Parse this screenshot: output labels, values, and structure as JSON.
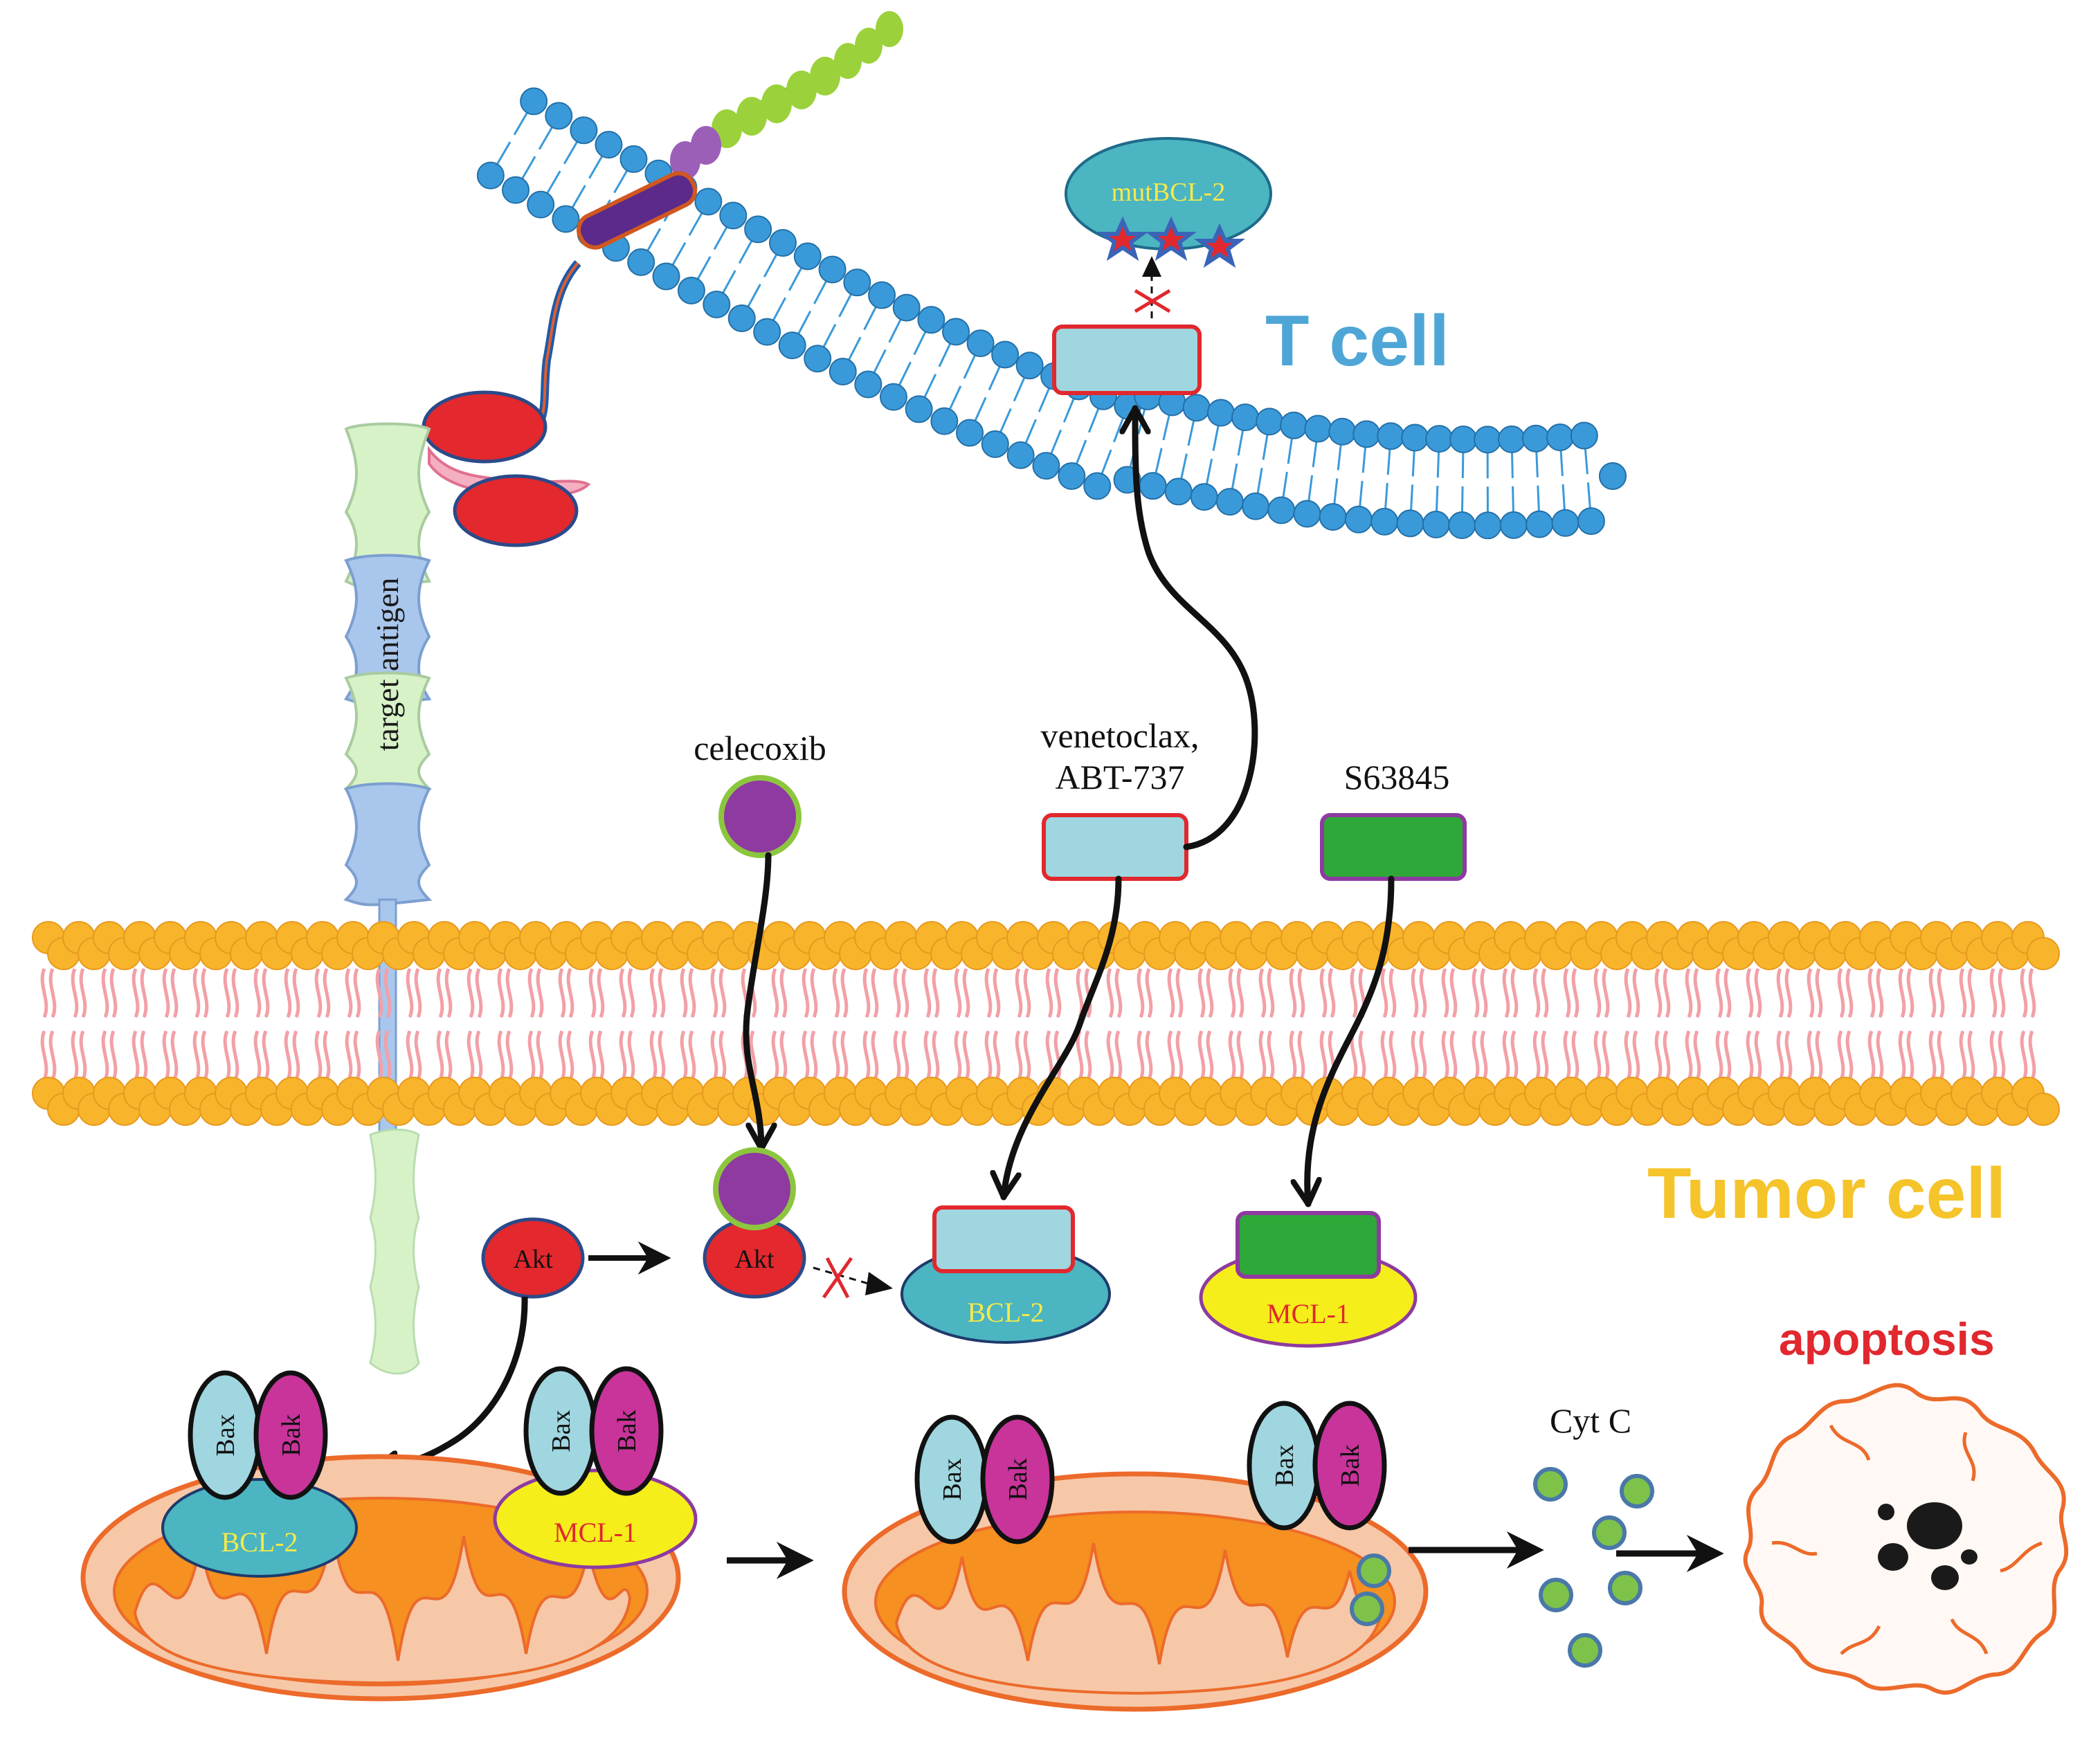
{
  "colors": {
    "t_cell_label": "#4ea6d6",
    "tumor_cell_label": "#f5c42b",
    "apoptosis_label": "#e0282e",
    "t_membrane_head": "#3a9ad9",
    "tumor_membrane_head": "#f8b52b",
    "tumor_membrane_tail": "#f2a0a6",
    "bcl2_fill": "#4bb5c1",
    "bcl2_text": "#f5e94b",
    "mcl1_fill": "#f5ee1a",
    "mcl1_text": "#e0282e",
    "akt_fill": "#e3282e",
    "celecoxib_fill": "#8e3aa0",
    "inhibitor_box": "#9fd6df",
    "s63845_box": "#2ea838",
    "bax_fill": "#9fd6df",
    "bak_fill": "#c8349a",
    "mito_outer": "#f6c8a8",
    "mito_inner": "#f59021",
    "cytc_fill": "#7ec24a",
    "cytc_ring": "#4a78a8",
    "antigen_light": "#d8f2c8",
    "antigen_blue": "#a9c7ec"
  },
  "labels": {
    "t_cell": "T cell",
    "tumor_cell": "Tumor cell",
    "apoptosis": "apoptosis",
    "target_antigen": "target antigen",
    "mut_bcl2": "mutBCL-2",
    "celecoxib": "celecoxib",
    "venetoclax_line1": "venetoclax,",
    "venetoclax_line2": "ABT-737",
    "s63845": "S63845",
    "akt_free": "Akt",
    "akt_bound": "Akt",
    "bcl2_target": "BCL-2",
    "mcl1_target": "MCL-1",
    "bcl2_mito": "BCL-2",
    "mcl1_mito": "MCL-1",
    "bax_1": "Bax",
    "bak_1": "Bak",
    "bax_2": "Bax",
    "bak_2": "Bak",
    "bax_3": "Bax",
    "bak_3": "Bak",
    "bax_4": "Bax",
    "bak_4": "Bak",
    "cyt_c": "Cyt C"
  }
}
